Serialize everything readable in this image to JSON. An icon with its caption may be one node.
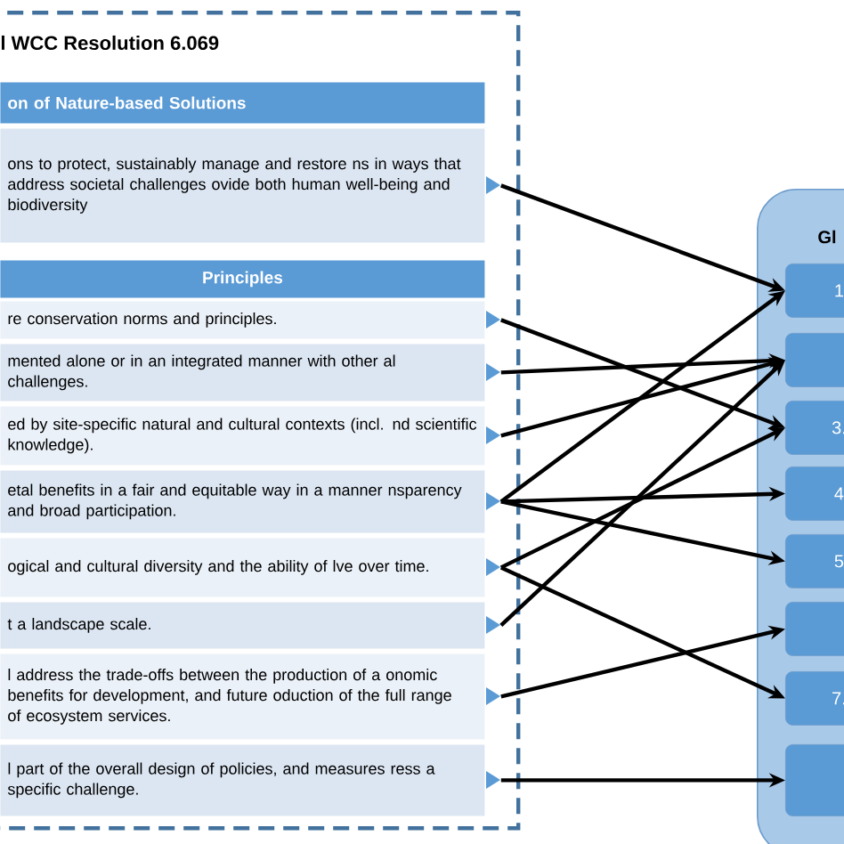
{
  "diagram": {
    "nodes": [
      {
        "text": [
          "l WCC Resolution 6.069"
        ]
      },
      {
        "text": [
          "on of Nature-based Solutions"
        ],
        "in": 0
      },
      {
        "text": [
          "ons to protect, sustainably manage and restore ns in ways that address societal challenges ovide both human well-being and biodiversity"
        ],
        "in": 0
      },
      {
        "text": [
          "Principles"
        ],
        "in": 0
      },
      {
        "text": [
          "re conservation norms and principles."
        ],
        "in": 0
      },
      {
        "text": [
          "mented alone or in an integrated manner with other al challenges."
        ],
        "in": 0
      },
      {
        "text": [
          "ed by site-specific natural and cultural contexts (incl. nd scientific knowledge)."
        ],
        "in": 0
      },
      {
        "text": [
          "etal benefits in a fair and equitable way in a manner nsparency and broad participation."
        ],
        "in": 0
      },
      {
        "text": [
          "ogical and cultural diversity and the ability of lve over time."
        ],
        "in": 0
      },
      {
        "text": [
          "t a landscape scale."
        ],
        "in": 0
      },
      {
        "text": [
          "l address the trade-offs between the production of a onomic benefits for development, and future oduction of the full range of ecosystem services."
        ],
        "in": 0
      },
      {
        "text": [
          "l part of the overall design of policies, and measures ress a specific challenge."
        ],
        "in": 0
      },
      {
        "text": [
          "Gl"
        ]
      },
      {
        "text": [
          "1"
        ],
        "in": 12
      },
      {
        "text": [],
        "shape": "box",
        "in": 12
      },
      {
        "text": [
          "3."
        ],
        "in": 12
      },
      {
        "text": [
          "4"
        ],
        "in": 12
      },
      {
        "text": [
          "5"
        ],
        "in": 12
      },
      {
        "text": [],
        "shape": "box",
        "in": 12
      },
      {
        "text": [
          "7."
        ],
        "in": 12
      },
      {
        "text": [],
        "shape": "box",
        "in": 12
      }
    ],
    "edges": [
      {
        "from": 2,
        "to": 13,
        "arrow": "to"
      },
      {
        "from": 4,
        "to": 15,
        "arrow": "to"
      },
      {
        "from": 5,
        "to": 14,
        "arrow": "to"
      },
      {
        "from": 6,
        "to": 14,
        "arrow": "to"
      },
      {
        "from": 7,
        "to": 13,
        "arrow": "to"
      },
      {
        "from": 7,
        "to": 16,
        "arrow": "to"
      },
      {
        "from": 7,
        "to": 17,
        "arrow": "to"
      },
      {
        "from": 8,
        "to": 15,
        "arrow": "to"
      },
      {
        "from": 8,
        "to": 19,
        "arrow": "to"
      },
      {
        "from": 9,
        "to": 14,
        "arrow": "to"
      },
      {
        "from": 10,
        "to": 18,
        "arrow": "to"
      },
      {
        "from": 11,
        "to": 20,
        "arrow": "to"
      }
    ]
  }
}
